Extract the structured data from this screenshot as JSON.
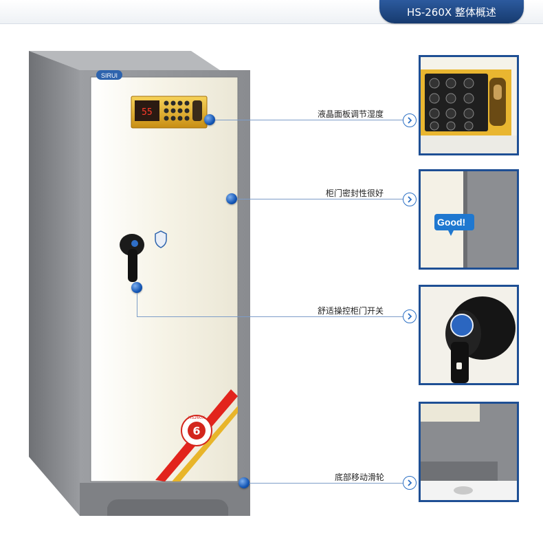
{
  "header": {
    "title": "HS-260X 整体概述"
  },
  "cabinet": {
    "brand": "SIRUI",
    "display_digits": "55"
  },
  "features": [
    {
      "label": "液晶面板调节湿度"
    },
    {
      "label": "柜门密封性很好",
      "badge": "Good!"
    },
    {
      "label": "舒适操控柜门开关"
    },
    {
      "label": "底部移动滑轮"
    }
  ],
  "ribbon": {
    "number": "6",
    "model": "HS260X"
  },
  "colors": {
    "accent": "#1e4f94",
    "cabinet_body": "#8d8f93",
    "door": "#f6f3e6",
    "gold": "#e8b52a"
  }
}
